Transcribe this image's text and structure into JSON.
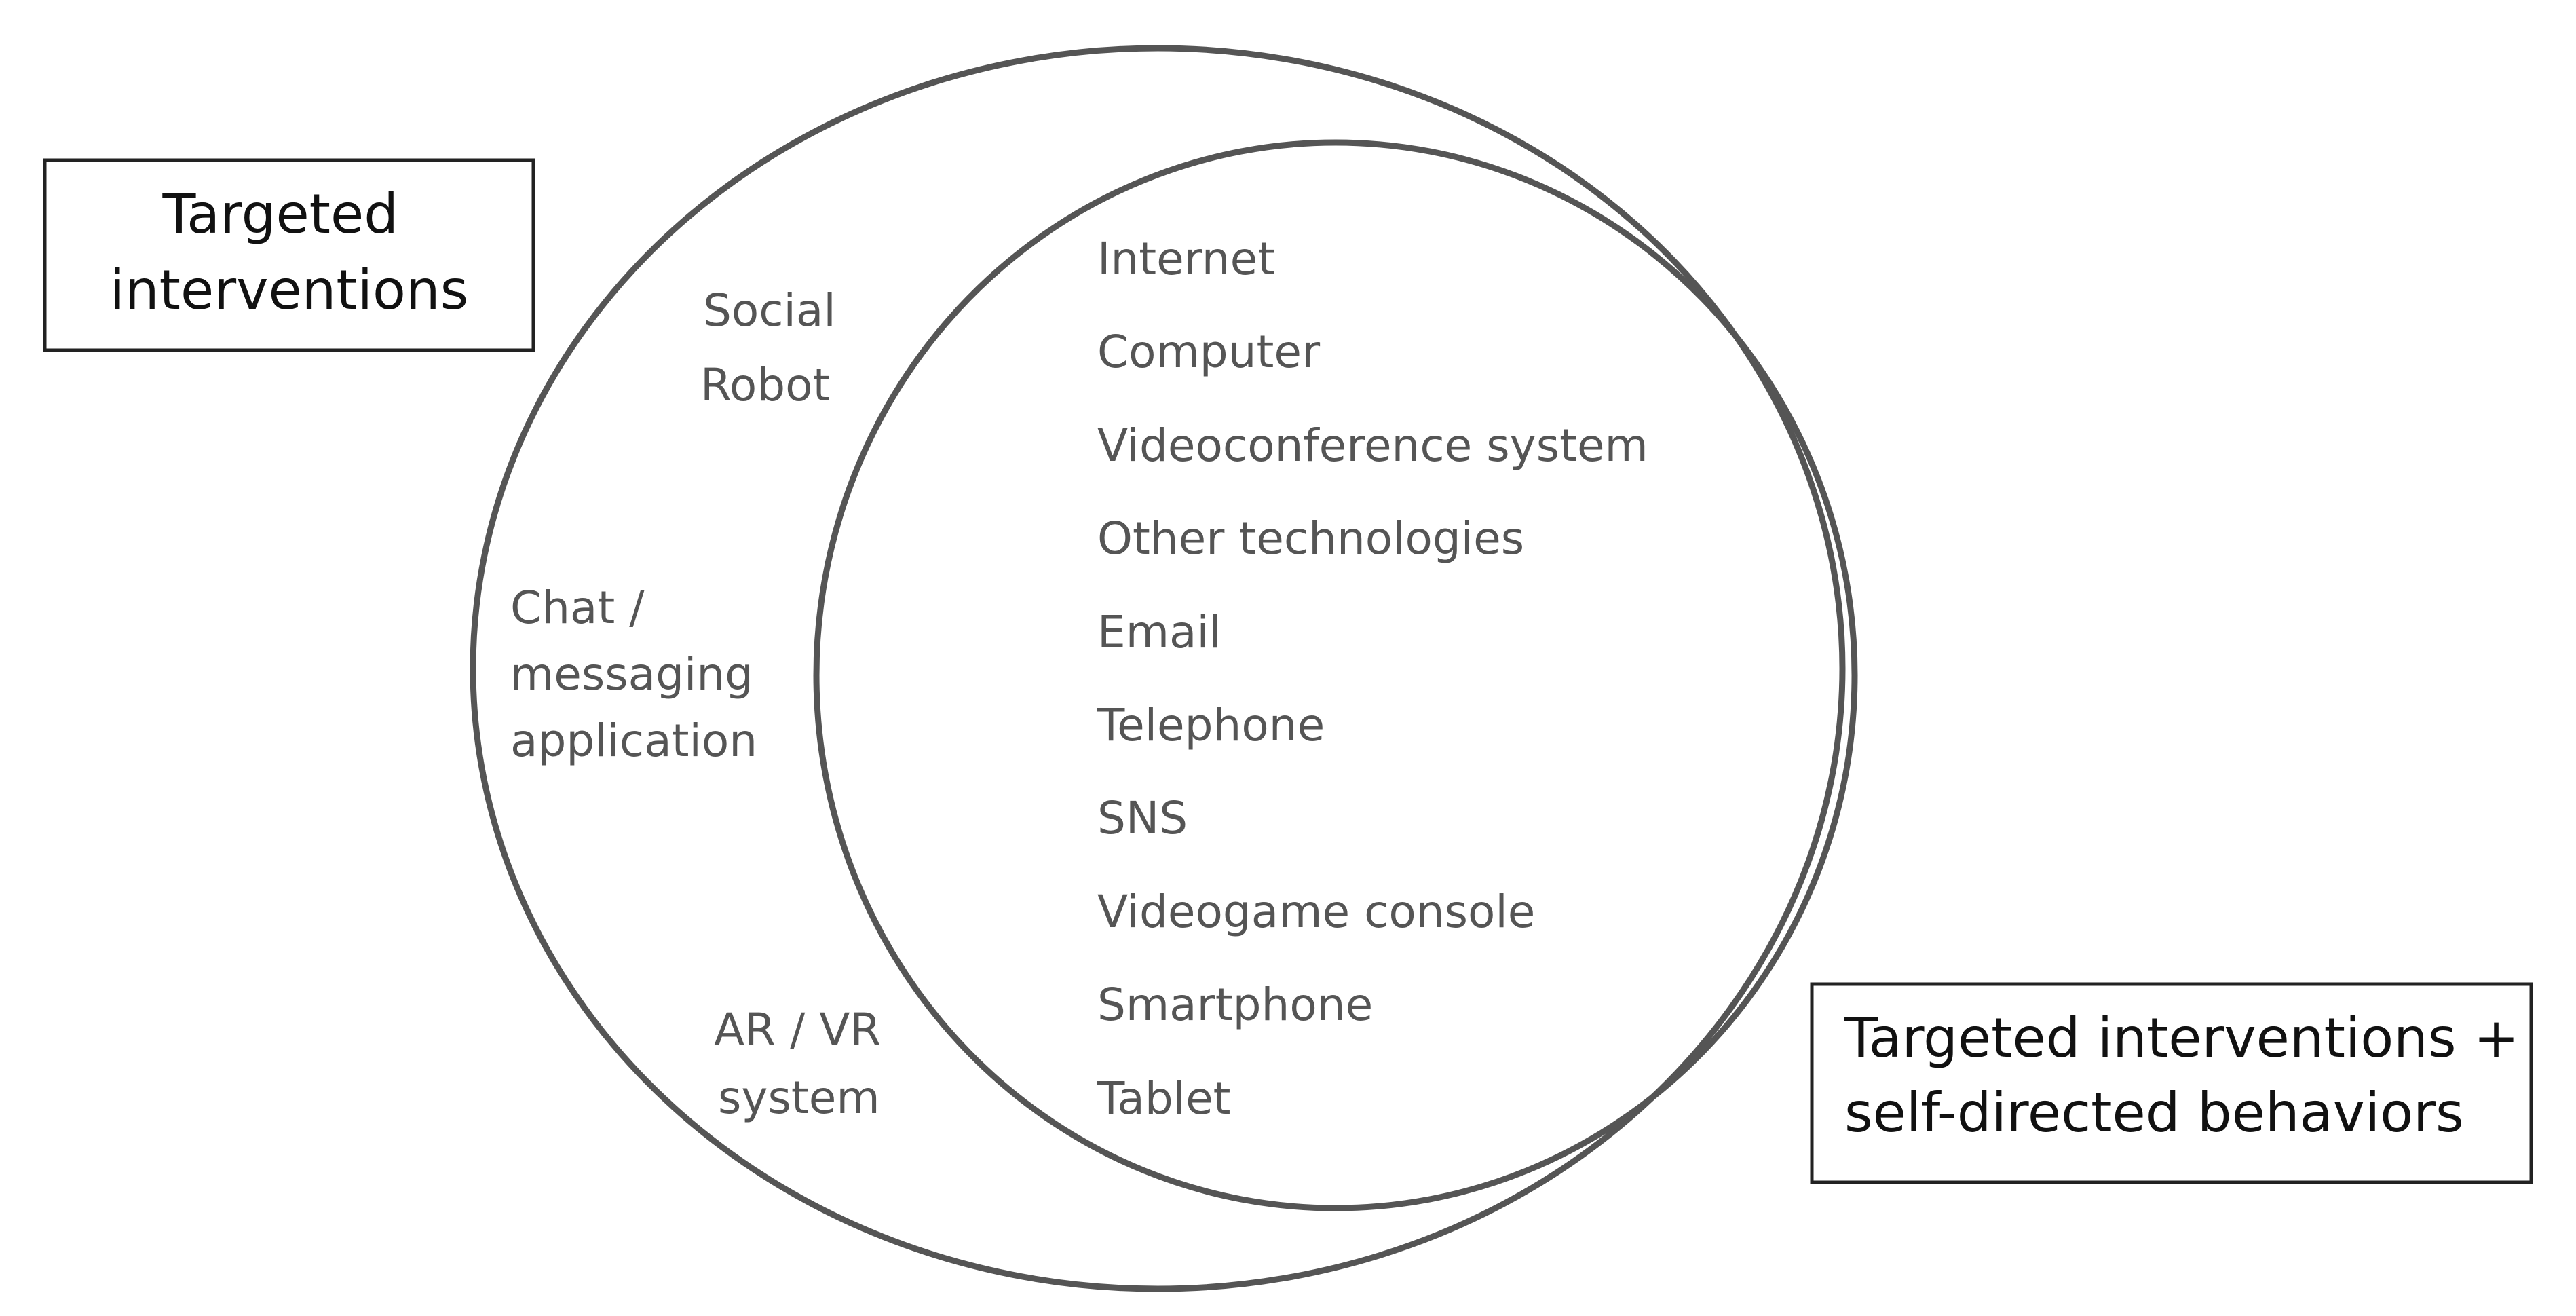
{
  "diagram": {
    "outer_set": {
      "label_lines": [
        "Targeted",
        "interventions"
      ],
      "items": [
        {
          "lines": [
            "Social",
            "Robot"
          ]
        },
        {
          "lines": [
            "Chat /",
            "messaging",
            "application"
          ]
        },
        {
          "lines": [
            "AR / VR",
            "system"
          ]
        }
      ]
    },
    "inner_set": {
      "label_lines": [
        "Targeted interventions +",
        "self-directed behaviors"
      ],
      "items": [
        "Internet",
        "Computer",
        "Videoconference system",
        "Other technologies",
        "Email",
        "Telephone",
        "SNS",
        "Videogame console",
        "Smartphone",
        "Tablet"
      ]
    }
  }
}
